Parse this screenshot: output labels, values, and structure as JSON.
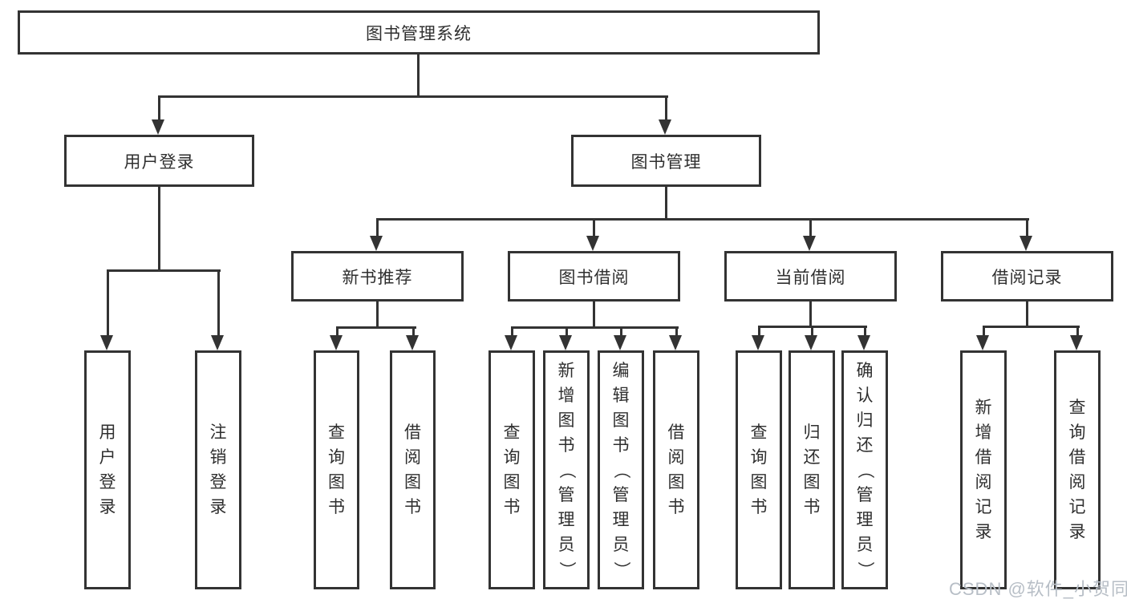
{
  "root": {
    "label": "图书管理系统"
  },
  "level2": [
    {
      "label": "用户登录"
    },
    {
      "label": "图书管理"
    }
  ],
  "level3": [
    {
      "label": "新书推荐"
    },
    {
      "label": "图书借阅"
    },
    {
      "label": "当前借阅"
    },
    {
      "label": "借阅记录"
    }
  ],
  "leaves": {
    "user_login": [
      {
        "label": "用户登录"
      },
      {
        "label": "注销登录"
      }
    ],
    "new_book_rec": [
      {
        "label": "查询图书"
      },
      {
        "label": "借阅图书"
      }
    ],
    "book_borrow": [
      {
        "label": "查询图书"
      },
      {
        "label": "新增图书（管理员）"
      },
      {
        "label": "编辑图书（管理员）"
      },
      {
        "label": "借阅图书"
      }
    ],
    "current_borrow": [
      {
        "label": "查询图书"
      },
      {
        "label": "归还图书"
      },
      {
        "label": "确认归还（管理员）"
      }
    ],
    "borrow_record": [
      {
        "label": "新增借阅记录"
      },
      {
        "label": "查询借阅记录"
      }
    ]
  },
  "watermark": "CSDN @软件_小贺同学",
  "colors": {
    "line": "#333333",
    "text": "#2f2f2f",
    "watermark": "#b7bec6",
    "background": "#ffffff"
  }
}
